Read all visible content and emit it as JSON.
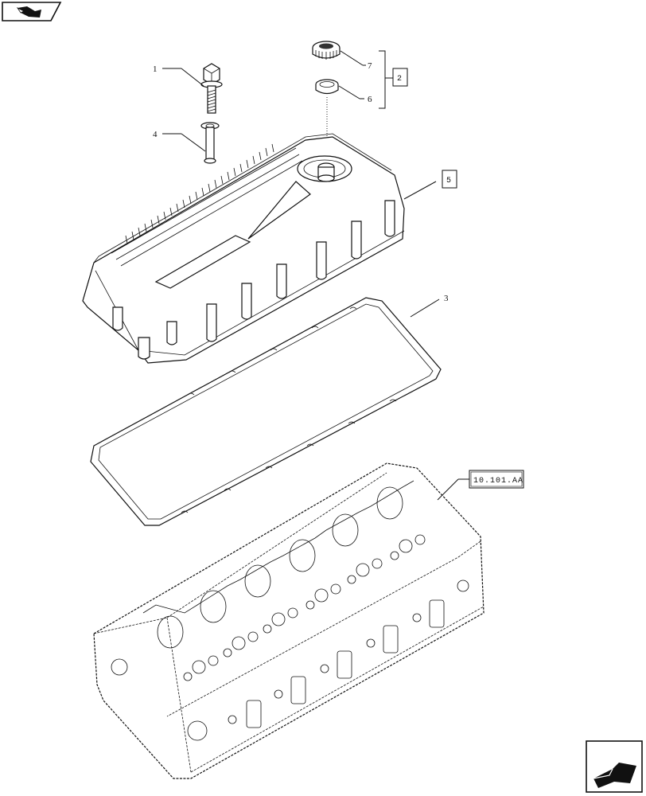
{
  "callouts": {
    "c1": "1",
    "c4": "4",
    "c7": "7",
    "c6": "6",
    "c3": "3"
  },
  "boxed_refs": {
    "r2": "2",
    "r5": "5",
    "ref_head": "10.101.AA"
  },
  "icons": {
    "top_left": "previous-page-arrow-icon",
    "bottom_right": "next-page-arrow-icon"
  }
}
